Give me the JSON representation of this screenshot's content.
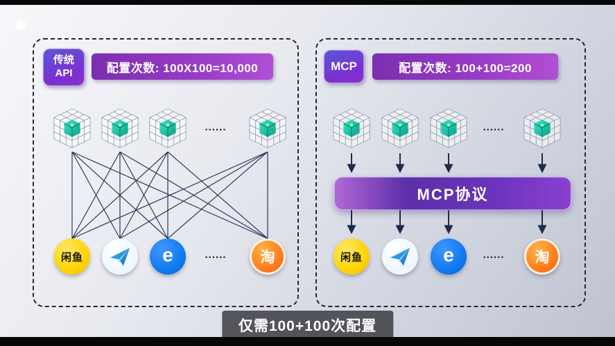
{
  "page": {
    "caption": "仅需100+100次配置"
  },
  "left_panel": {
    "badge_line1": "传统",
    "badge_line2": "API",
    "banner": "配置次数: 100X100=10,000",
    "dots_top": "......",
    "dots_bottom": "......"
  },
  "right_panel": {
    "badge": "MCP",
    "banner": "配置次数: 100+100=200",
    "protocol_label": "MCP协议",
    "dots_top": "......",
    "dots_bottom": "......"
  },
  "apps": {
    "xianyu_label": "闲鱼",
    "eleme_label": "e",
    "taobao_label": "淘"
  },
  "colors": {
    "badge_purple_start": "#5b57d9",
    "badge_purple_end": "#8a2fd0",
    "banner_purple_start": "#7b2fae",
    "banner_purple_end": "#b14fd4",
    "protocol_bar_purple": "#6d34bd",
    "connection_line": "#1d2b4d",
    "xianyu_yellow": "#ffd60a",
    "eleme_blue": "#0f78ed",
    "taobao_orange": "#ff7a1a",
    "model_cube_teal": "#17c3a3"
  }
}
